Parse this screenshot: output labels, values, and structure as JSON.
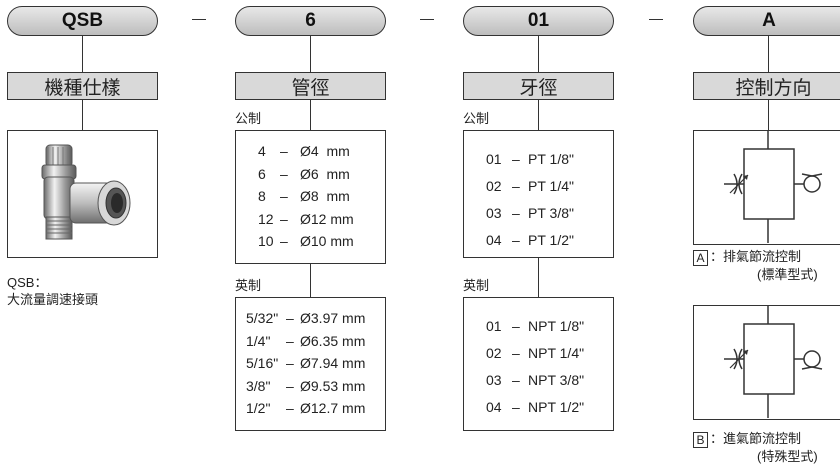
{
  "codes": [
    {
      "code": "QSB",
      "title": "機種仕樣"
    },
    {
      "code": "6",
      "title": "管徑"
    },
    {
      "code": "01",
      "title": "牙徑"
    },
    {
      "code": "A",
      "title": "控制方向"
    }
  ],
  "separator": "–",
  "model": {
    "caption_line1": "QSB：",
    "caption_line2": "大流量調速接頭"
  },
  "tube": {
    "metric_label": "公制",
    "metric": [
      {
        "code": "4",
        "sep": "–",
        "size": "Ø4  mm"
      },
      {
        "code": "6",
        "sep": "–",
        "size": "Ø6  mm"
      },
      {
        "code": "8",
        "sep": "–",
        "size": "Ø8  mm"
      },
      {
        "code": "12",
        "sep": "–",
        "size": "Ø12 mm"
      },
      {
        "code": "10",
        "sep": "–",
        "size": "Ø10 mm"
      }
    ],
    "imperial_label": "英制",
    "imperial": [
      {
        "code": "5/32\"",
        "sep": "–",
        "size": "Ø3.97 mm"
      },
      {
        "code": "1/4\"",
        "sep": "–",
        "size": "Ø6.35 mm"
      },
      {
        "code": "5/16\"",
        "sep": "–",
        "size": "Ø7.94 mm"
      },
      {
        "code": "3/8\"",
        "sep": "–",
        "size": "Ø9.53 mm"
      },
      {
        "code": "1/2\"",
        "sep": "–",
        "size": "Ø12.7 mm"
      }
    ]
  },
  "thread": {
    "metric_label": "公制",
    "metric": [
      {
        "code": "01",
        "sep": "–",
        "size": "PT 1/8\""
      },
      {
        "code": "02",
        "sep": "–",
        "size": "PT 1/4\""
      },
      {
        "code": "03",
        "sep": "–",
        "size": "PT 3/8\""
      },
      {
        "code": "04",
        "sep": "–",
        "size": "PT 1/2\""
      }
    ],
    "imperial_label": "英制",
    "imperial": [
      {
        "code": "01",
        "sep": "–",
        "size": "NPT 1/8\""
      },
      {
        "code": "02",
        "sep": "–",
        "size": "NPT 1/4\""
      },
      {
        "code": "03",
        "sep": "–",
        "size": "NPT 3/8\""
      },
      {
        "code": "04",
        "sep": "–",
        "size": "NPT 1/2\""
      }
    ]
  },
  "control": {
    "a": {
      "tag": "A",
      "line1": "：排氣節流控制",
      "line2": "(標準型式)"
    },
    "b": {
      "tag": "B",
      "line1": "：進氣節流控制",
      "line2": "(特殊型式)"
    }
  }
}
